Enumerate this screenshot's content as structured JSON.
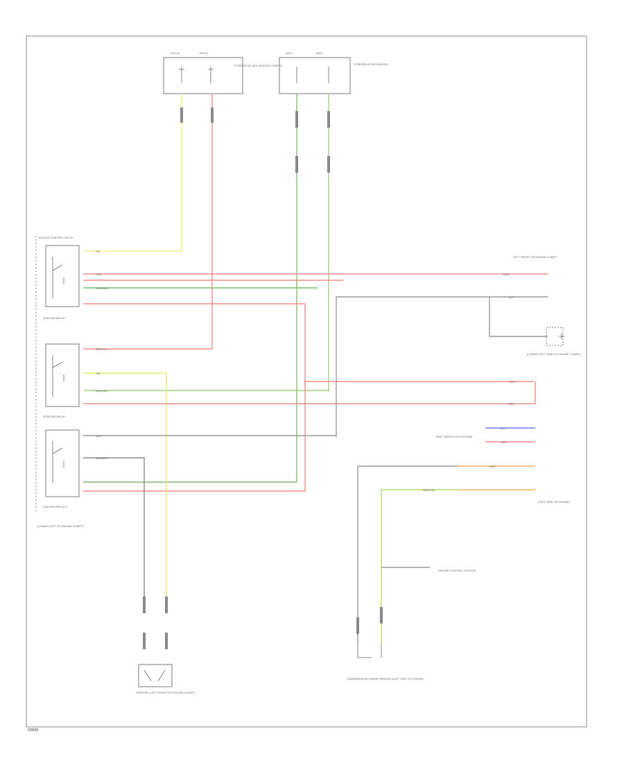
{
  "colors": {
    "yellow": "#f2ef7a",
    "red": "#f28b8b",
    "green": "#7fbf6a",
    "gray": "#9a9a9a",
    "orange": "#f2b36a",
    "blue": "#7a7af2",
    "frame": "#8a8a8a"
  },
  "footer": {
    "page_code": "DDEM"
  },
  "components": {
    "top_left_fuse": {
      "header_a": "10A 15",
      "header_b": "15A 16",
      "label": "FUSE/RELAY BOX (ENGINE COMPT)"
    },
    "top_right_fuse": {
      "header_a": "15A 5",
      "header_b": "15A 6",
      "label": "FUSE/RELAY BOX (DASH)"
    },
    "module_group": {
      "label": "ENGINE CONTROL RELAY"
    },
    "relay_1": {
      "label": "IGNITION RELAY"
    },
    "relay_2": {
      "label": "STARTER RELAY"
    },
    "relay_3": {
      "label": "IGNITION RELAY 2"
    },
    "bottom_left_note": {
      "label": "(LOWER LEFT OF ENGINE COMPT)"
    },
    "right_top": {
      "label": "LEFT FRONT OF ENGINE COMPT"
    },
    "right_ground": {
      "label": "(LOWER LEFT SIDE OF ENGINE COMPT)"
    },
    "right_mid": {
      "label": "SHIFT INTERLOCK SYSTEM"
    },
    "right_low": {
      "label": "(LEFT SIDE OF ENGINE)"
    },
    "ecm_note": {
      "label": "ENGINE CONTROL SYSTEM"
    },
    "starter": {
      "label": "STARTER (LEFT FRONT OF ENGINE COMPT)"
    },
    "tr_sensor": {
      "label": "TRANSMISSION RANGE SENSOR (LEFT SIDE OF ENGINE)"
    }
  },
  "wire_labels": {
    "yel": "YEL",
    "grn_red": "GRN/RED",
    "grn_yel": "GRN/YEL",
    "blk_wht": "BLK/WHT",
    "red_yel": "RED/YEL",
    "wht": "WHT",
    "blk": "BLK",
    "blu": "BLU",
    "red": "RED"
  }
}
